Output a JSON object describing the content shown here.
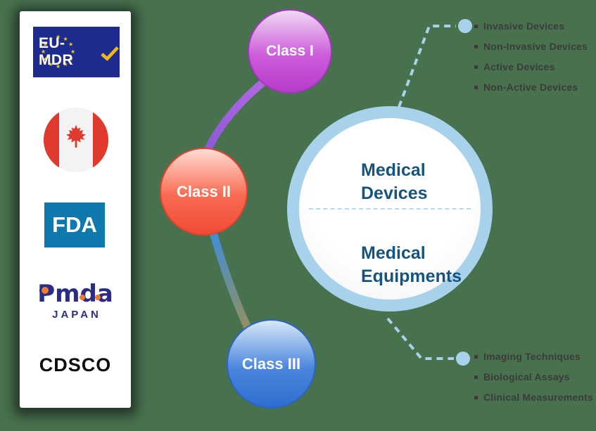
{
  "colors": {
    "background": "#48714e",
    "panel": "#ffffff",
    "eu-blue": "#1e2b8e",
    "star-yellow": "#f2cc10",
    "check-yellow": "#eeb616",
    "flag-red": "#e0392e",
    "fda-blue": "#0f79ae",
    "pmda-navy": "#2b2d84",
    "pmda-orange": "#ee7d2e",
    "c1-top": "#f0d9f3",
    "c1-bottom": "#b63cca",
    "c1-border": "#a335c0",
    "c2-top": "#ffddd3",
    "c2-bottom": "#f14b35",
    "c2-border": "#e6402c",
    "c3-top": "#d8e8f8",
    "c3-bottom": "#2e6ed1",
    "c3-border": "#2d63c8",
    "ring-blue": "#a8d2ec",
    "center-text": "#16537d",
    "list-text": "#3b3b3b",
    "arc-purple-start": "#b168e2",
    "arc-purple-end": "#8e59d6",
    "arc-blue": "#3f8ed8",
    "arc-olive": "#958f5e"
  },
  "sidebar": {
    "logos": [
      {
        "id": "eu-mdr",
        "label": "EU-MDR"
      },
      {
        "id": "canada-flag"
      },
      {
        "id": "fda",
        "label": "FDA"
      },
      {
        "id": "pmda",
        "label": "Pmda",
        "sublabel": "JAPAN"
      },
      {
        "id": "cdsco",
        "label": "CDSCO"
      }
    ]
  },
  "diagram": {
    "center": {
      "top_label": "Medical Devices",
      "bottom_label": "Medical Equipments"
    },
    "nodes": [
      {
        "label": "Class I"
      },
      {
        "label": "Class II"
      },
      {
        "label": "Class III"
      }
    ],
    "top_list": [
      "Invasive Devices",
      "Non-Invasive Devices",
      "Active Devices",
      "Non-Active Devices"
    ],
    "bottom_list": [
      "Imaging Techniques",
      "Biological Assays",
      "Clinical Measurements"
    ]
  }
}
